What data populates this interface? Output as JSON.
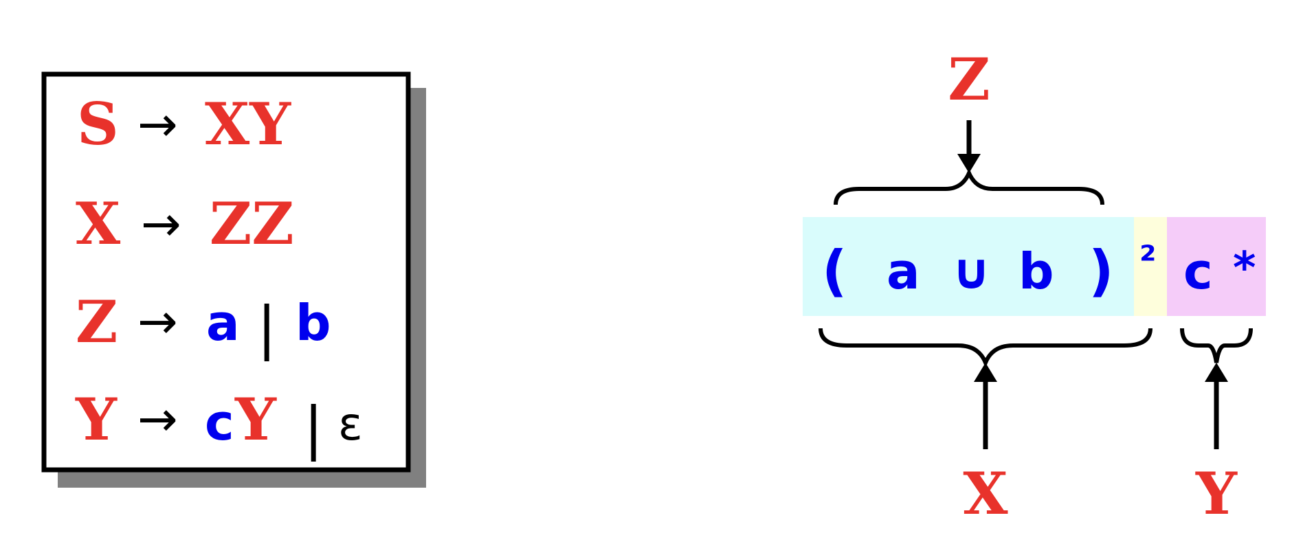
{
  "colors": {
    "nonterminal": "#e8322b",
    "terminal": "#0000ee",
    "text": "#000000",
    "shadow": "#808080",
    "band_paren": "#d9fcfc",
    "band_power": "#fefedc",
    "band_star": "#f5ccf9"
  },
  "grammar": {
    "arrow": "→",
    "bar": "|",
    "rules": [
      {
        "lhs": "S",
        "rhs": [
          {
            "text": "XY",
            "kind": "nt"
          }
        ]
      },
      {
        "lhs": "X",
        "rhs": [
          {
            "text": "ZZ",
            "kind": "nt"
          }
        ]
      },
      {
        "lhs": "Z",
        "rhs": [
          {
            "text": "a",
            "kind": "t"
          },
          {
            "text": "|",
            "kind": "bar"
          },
          {
            "text": "b",
            "kind": "t"
          }
        ]
      },
      {
        "lhs": "Y",
        "rhs": [
          {
            "text": "c",
            "kind": "t"
          },
          {
            "text": "Y",
            "kind": "nt"
          },
          {
            "text": "|",
            "kind": "bar"
          },
          {
            "text": "ε",
            "kind": "eps"
          }
        ]
      }
    ]
  },
  "regex": {
    "tokens": [
      "(",
      "a",
      "∪",
      "b",
      ")",
      "²",
      "c",
      "*"
    ],
    "labels": {
      "top": "Z",
      "bottom_left": "X",
      "bottom_right": "Y"
    }
  }
}
